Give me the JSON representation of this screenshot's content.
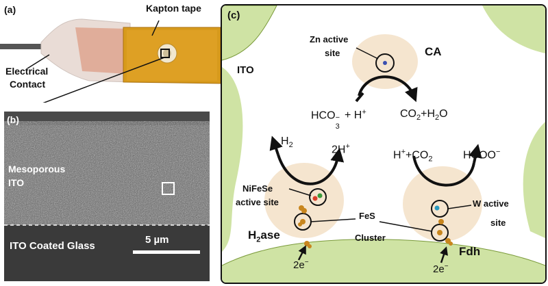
{
  "panel_a": {
    "tag": "(a)",
    "kapton": "Kapton tape",
    "contact_line1": "Electrical",
    "contact_line2": "Contact"
  },
  "panel_b": {
    "tag": "(b)",
    "meso1": "Mesoporous",
    "meso2": "ITO",
    "glass": "ITO Coated Glass",
    "scale": "5 µm"
  },
  "panel_c": {
    "tag": "(c)",
    "ito": "ITO",
    "zn1": "Zn active",
    "zn2": "site",
    "ca": "CA",
    "hco3_main": "HCO",
    "hco3_sub": "3",
    "hco3_sup": "−",
    "plus_h": " + H",
    "plus_h_sup": "+",
    "co2h2o_a": "CO",
    "co2h2o_sub1": "2",
    "co2h2o_b": "+H",
    "co2h2o_sub2": "2",
    "co2h2o_c": "O",
    "h2_main": "H",
    "h2_sub": "2",
    "twoh_main": "2H",
    "twoh_sup": "+",
    "hco2_a": "H",
    "hco2_sup": "+",
    "hco2_b": "+CO",
    "hco2_sub": "2",
    "hcoo_main": "HCOO",
    "hcoo_sup": "−",
    "nifese1": "NiFeSe",
    "nifese2": "active site",
    "fes1": "FeS",
    "fes2": "Cluster",
    "w1": "W active",
    "w2": "site",
    "h2ase_a": "H",
    "h2ase_sub": "2",
    "h2ase_b": "ase",
    "fdh": "Fdh",
    "e_left_main": "2e",
    "e_left_sup": "−",
    "e_right_main": "2e",
    "e_right_sup": "−"
  }
}
